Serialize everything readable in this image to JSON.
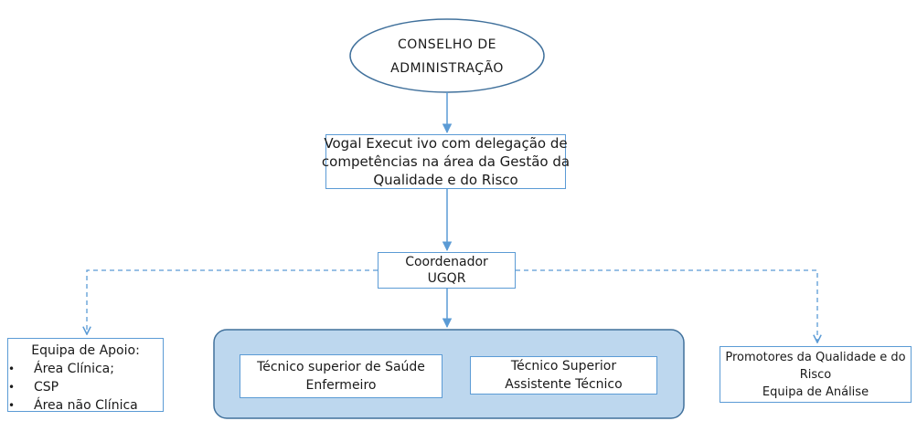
{
  "diagram": {
    "board": {
      "line1": "CONSELHO DE",
      "line2": "ADMINISTRAÇÃO"
    },
    "executive": {
      "line1": "Vogal Execut ivo com delegação de",
      "line2": "competências na área da Gestão da",
      "line3": "Qualidade e do Risco"
    },
    "coordinator": {
      "line1": "Coordenador",
      "line2": "UGQR"
    },
    "technical_group": {
      "senior_health": {
        "line1": "Técnico superior  de Saúde",
        "line2": "Enfermeiro"
      },
      "senior_assistant": {
        "line1": "Técnico Superior",
        "line2": "Assistente Técnico"
      }
    },
    "support_team": {
      "title": "Equipa de Apoio:",
      "items": [
        "Área Clínica;",
        "CSP",
        "Área não Clínica"
      ]
    },
    "promoters": {
      "line1": "Promotores da Qualidade e do",
      "line2": "Risco",
      "line3": "Equipa de Análise"
    }
  },
  "colors": {
    "border": "#5b9bd5",
    "connector": "#5b9bd5",
    "group_fill": "#bdd7ee",
    "group_border": "#41719c"
  }
}
